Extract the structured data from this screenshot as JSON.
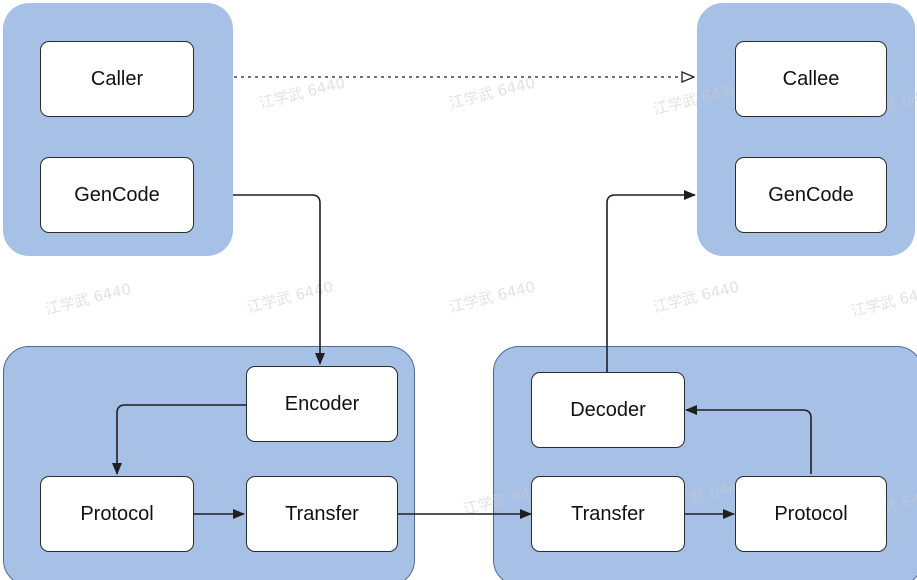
{
  "nodes": {
    "caller": "Caller",
    "caller_gencode": "GenCode",
    "callee": "Callee",
    "callee_gencode": "GenCode",
    "encoder": "Encoder",
    "protocol_left": "Protocol",
    "transfer_left": "Transfer",
    "decoder": "Decoder",
    "transfer_right": "Transfer",
    "protocol_right": "Protocol"
  },
  "watermark": "江学武 6440",
  "colors": {
    "group_fill": "#a6c0e6",
    "group_border": "#4d6a95",
    "node_border": "#2b2b2b",
    "edge": "#1f1f1f"
  }
}
